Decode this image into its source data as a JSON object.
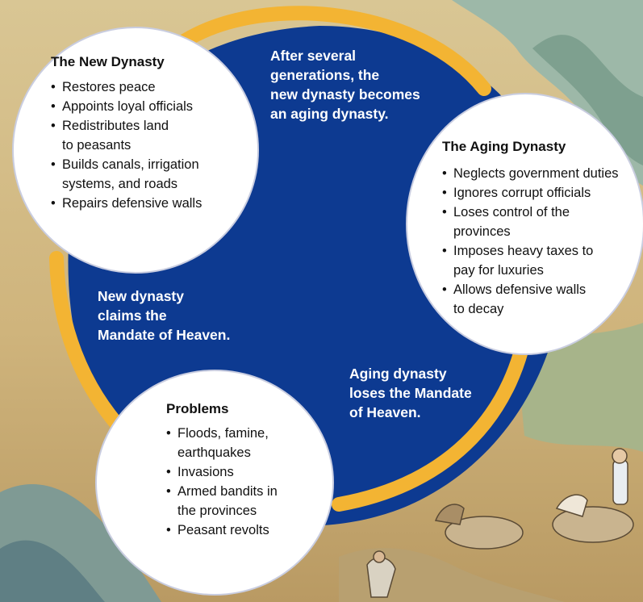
{
  "cycle": {
    "new_dynasty": {
      "title": "The New Dynasty",
      "items": [
        "Restores peace",
        "Appoints loyal officials",
        "Redistributes land",
        "to peasants",
        "Builds canals, irrigation",
        "systems, and roads",
        "Repairs defensive walls"
      ]
    },
    "aging_dynasty": {
      "title": "The Aging Dynasty",
      "items": [
        "Neglects government duties",
        "Ignores corrupt officials",
        "Loses control of  the",
        "provinces",
        "Imposes heavy taxes to",
        "pay for luxuries",
        "Allows defensive walls",
        "to decay"
      ]
    },
    "problems": {
      "title": "Problems",
      "items": [
        "Floods, famine,",
        "earthquakes",
        "Invasions",
        "Armed bandits in",
        "the provinces",
        "Peasant revolts"
      ]
    },
    "transitions": {
      "new_to_aging": [
        "After several",
        "generations, the",
        "new dynasty becomes",
        "an aging dynasty."
      ],
      "aging_to_problems": [
        "Aging dynasty",
        "loses the Mandate",
        "of Heaven."
      ],
      "problems_to_new": [
        "New dynasty",
        "claims the",
        "Mandate of Heaven."
      ]
    }
  },
  "colors": {
    "center_blue": "#0d3a91",
    "arrow_gold": "#f3b433",
    "circle_fill": "#ffffff",
    "background_parchment": "#d8c08a",
    "mountain_green": "#8fb0a1"
  }
}
